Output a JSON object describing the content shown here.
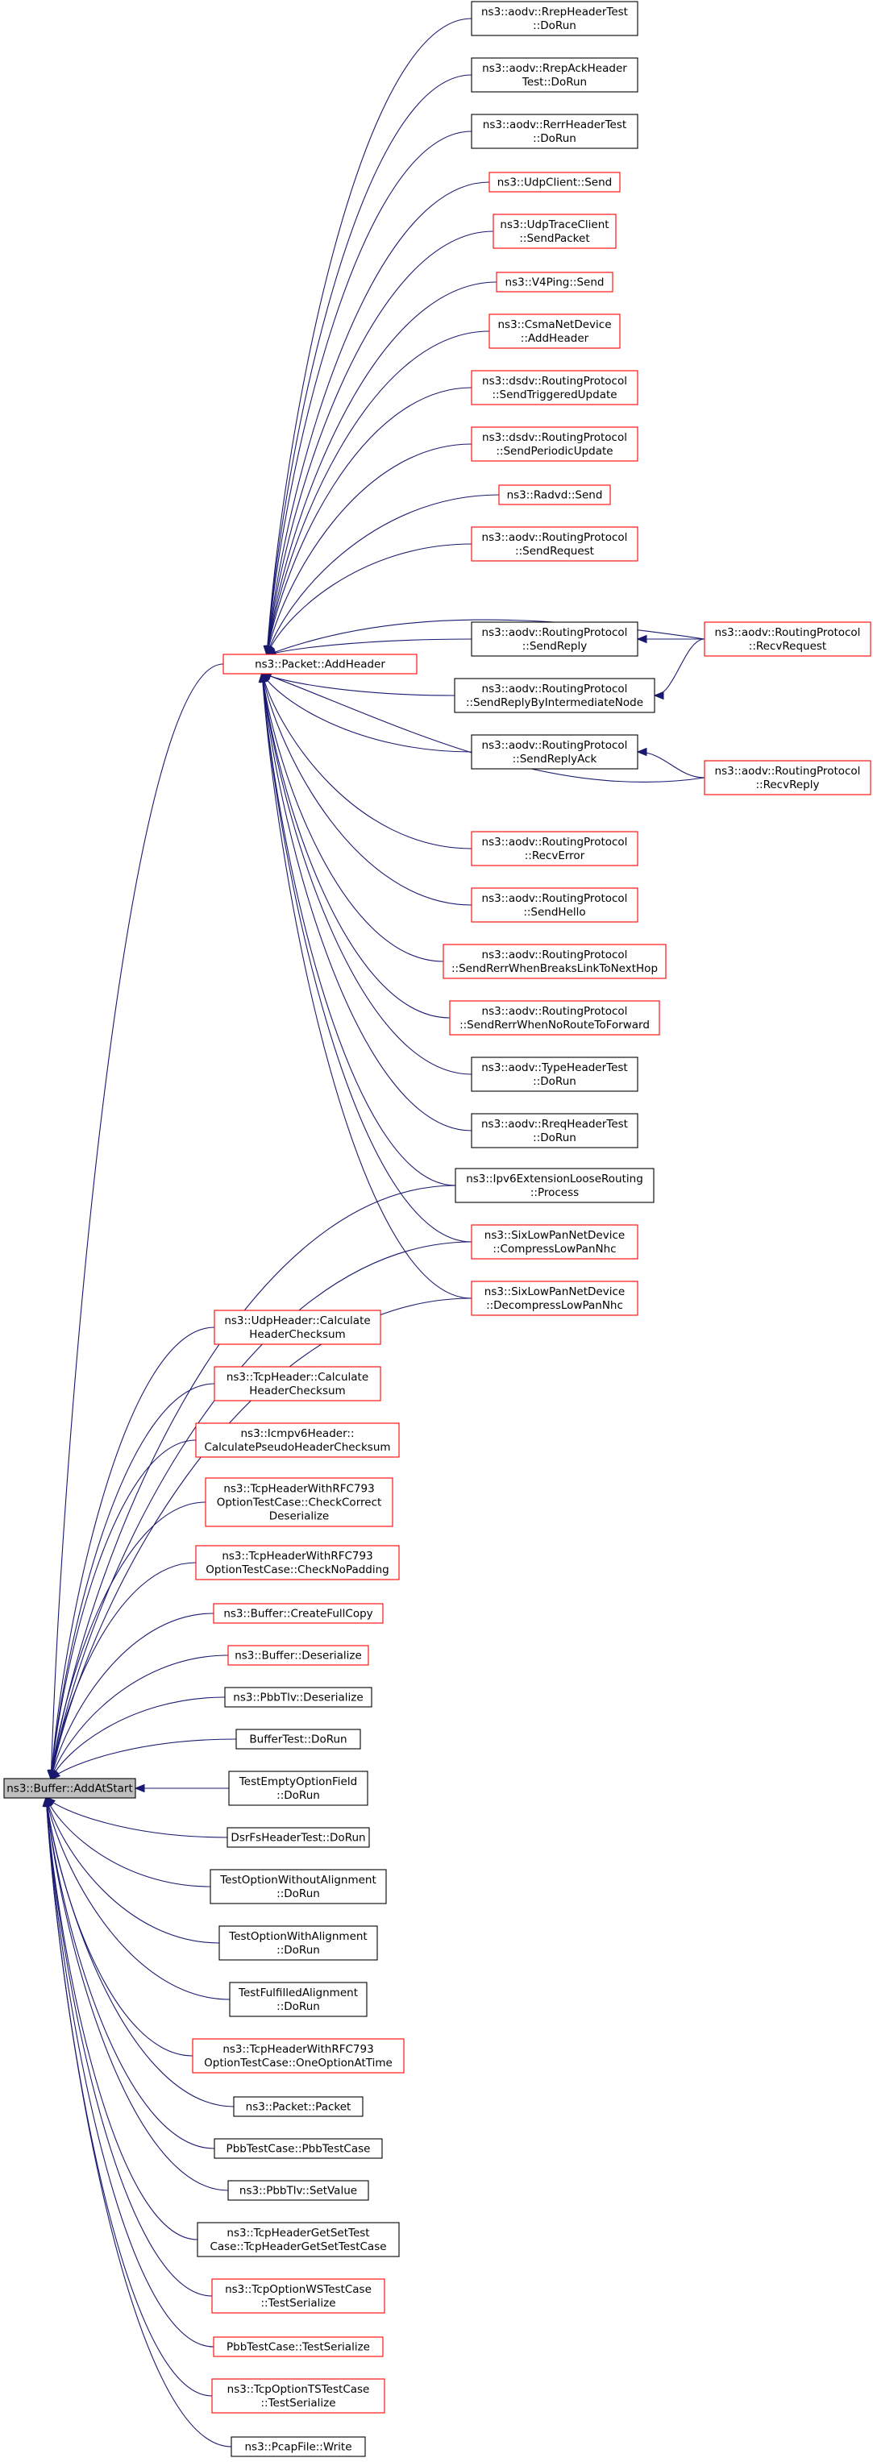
{
  "colors": {
    "edge": "#191970",
    "border_documented": "#000000",
    "border_undocumented": "#ff0000",
    "root_fill": "#bfbfbf",
    "node_fill": "#ffffff"
  },
  "nodes": [
    {
      "id": "root",
      "lines": [
        "ns3::Buffer::AddAtStart"
      ],
      "style": "root"
    },
    {
      "id": "addheader",
      "lines": [
        "ns3::Packet::AddHeader"
      ],
      "style": "red"
    },
    {
      "id": "rrep",
      "lines": [
        "ns3::aodv::RrepHeaderTest",
        "::DoRun"
      ],
      "style": "black"
    },
    {
      "id": "rrepack",
      "lines": [
        "ns3::aodv::RrepAckHeader",
        "Test::DoRun"
      ],
      "style": "black"
    },
    {
      "id": "rerr",
      "lines": [
        "ns3::aodv::RerrHeaderTest",
        "::DoRun"
      ],
      "style": "black"
    },
    {
      "id": "udpclient",
      "lines": [
        "ns3::UdpClient::Send"
      ],
      "style": "red"
    },
    {
      "id": "udptrace",
      "lines": [
        "ns3::UdpTraceClient",
        "::SendPacket"
      ],
      "style": "red"
    },
    {
      "id": "v4ping",
      "lines": [
        "ns3::V4Ping::Send"
      ],
      "style": "red"
    },
    {
      "id": "csma",
      "lines": [
        "ns3::CsmaNetDevice",
        "::AddHeader"
      ],
      "style": "red"
    },
    {
      "id": "dsdvtrig",
      "lines": [
        "ns3::dsdv::RoutingProtocol",
        "::SendTriggeredUpdate"
      ],
      "style": "red"
    },
    {
      "id": "dsdvper",
      "lines": [
        "ns3::dsdv::RoutingProtocol",
        "::SendPeriodicUpdate"
      ],
      "style": "red"
    },
    {
      "id": "radvd",
      "lines": [
        "ns3::Radvd::Send"
      ],
      "style": "red"
    },
    {
      "id": "sendreq",
      "lines": [
        "ns3::aodv::RoutingProtocol",
        "::SendRequest"
      ],
      "style": "red"
    },
    {
      "id": "sendreply",
      "lines": [
        "ns3::aodv::RoutingProtocol",
        "::SendReply"
      ],
      "style": "black"
    },
    {
      "id": "recvreq",
      "lines": [
        "ns3::aodv::RoutingProtocol",
        "::RecvRequest"
      ],
      "style": "red"
    },
    {
      "id": "sendreplyint",
      "lines": [
        "ns3::aodv::RoutingProtocol",
        "::SendReplyByIntermediateNode"
      ],
      "style": "black"
    },
    {
      "id": "sendreplyack",
      "lines": [
        "ns3::aodv::RoutingProtocol",
        "::SendReplyAck"
      ],
      "style": "black"
    },
    {
      "id": "recvreply",
      "lines": [
        "ns3::aodv::RoutingProtocol",
        "::RecvReply"
      ],
      "style": "red"
    },
    {
      "id": "recverror",
      "lines": [
        "ns3::aodv::RoutingProtocol",
        "::RecvError"
      ],
      "style": "red"
    },
    {
      "id": "sendhello",
      "lines": [
        "ns3::aodv::RoutingProtocol",
        "::SendHello"
      ],
      "style": "red"
    },
    {
      "id": "rerrbreaks",
      "lines": [
        "ns3::aodv::RoutingProtocol",
        "::SendRerrWhenBreaksLinkToNextHop"
      ],
      "style": "red"
    },
    {
      "id": "rerrnoroute",
      "lines": [
        "ns3::aodv::RoutingProtocol",
        "::SendRerrWhenNoRouteToForward"
      ],
      "style": "red"
    },
    {
      "id": "typeheader",
      "lines": [
        "ns3::aodv::TypeHeaderTest",
        "::DoRun"
      ],
      "style": "black"
    },
    {
      "id": "rreqheader",
      "lines": [
        "ns3::aodv::RreqHeaderTest",
        "::DoRun"
      ],
      "style": "black"
    },
    {
      "id": "ipv6loose",
      "lines": [
        "ns3::Ipv6ExtensionLooseRouting",
        "::Process"
      ],
      "style": "black"
    },
    {
      "id": "compress",
      "lines": [
        "ns3::SixLowPanNetDevice",
        "::CompressLowPanNhc"
      ],
      "style": "red"
    },
    {
      "id": "decompress",
      "lines": [
        "ns3::SixLowPanNetDevice",
        "::DecompressLowPanNhc"
      ],
      "style": "red"
    },
    {
      "id": "udpcheck",
      "lines": [
        "ns3::UdpHeader::Calculate",
        "HeaderChecksum"
      ],
      "style": "red"
    },
    {
      "id": "tcpcheck",
      "lines": [
        "ns3::TcpHeader::Calculate",
        "HeaderChecksum"
      ],
      "style": "red"
    },
    {
      "id": "icmpv6",
      "lines": [
        "ns3::Icmpv6Header::",
        "CalculatePseudoHeaderChecksum"
      ],
      "style": "red"
    },
    {
      "id": "tcpcorrect",
      "lines": [
        "ns3::TcpHeaderWithRFC793",
        "OptionTestCase::CheckCorrect",
        "Deserialize"
      ],
      "style": "red"
    },
    {
      "id": "tcpnopad",
      "lines": [
        "ns3::TcpHeaderWithRFC793",
        "OptionTestCase::CheckNoPadding"
      ],
      "style": "red"
    },
    {
      "id": "fullcopy",
      "lines": [
        "ns3::Buffer::CreateFullCopy"
      ],
      "style": "red"
    },
    {
      "id": "bufdeser",
      "lines": [
        "ns3::Buffer::Deserialize"
      ],
      "style": "red"
    },
    {
      "id": "pbbtlvdeser",
      "lines": [
        "ns3::PbbTlv::Deserialize"
      ],
      "style": "black"
    },
    {
      "id": "buffertest",
      "lines": [
        "BufferTest::DoRun"
      ],
      "style": "black"
    },
    {
      "id": "emptyopt",
      "lines": [
        "TestEmptyOptionField",
        "::DoRun"
      ],
      "style": "black"
    },
    {
      "id": "dsrfs",
      "lines": [
        "DsrFsHeaderTest::DoRun"
      ],
      "style": "black"
    },
    {
      "id": "optwithout",
      "lines": [
        "TestOptionWithoutAlignment",
        "::DoRun"
      ],
      "style": "black"
    },
    {
      "id": "optwith",
      "lines": [
        "TestOptionWithAlignment",
        "::DoRun"
      ],
      "style": "black"
    },
    {
      "id": "fulfilled",
      "lines": [
        "TestFulfilledAlignment",
        "::DoRun"
      ],
      "style": "black"
    },
    {
      "id": "tcponeopt",
      "lines": [
        "ns3::TcpHeaderWithRFC793",
        "OptionTestCase::OneOptionAtTime"
      ],
      "style": "red"
    },
    {
      "id": "packetctor",
      "lines": [
        "ns3::Packet::Packet"
      ],
      "style": "black"
    },
    {
      "id": "pbbtestcase",
      "lines": [
        "PbbTestCase::PbbTestCase"
      ],
      "style": "black"
    },
    {
      "id": "pbbsetvalue",
      "lines": [
        "ns3::PbbTlv::SetValue"
      ],
      "style": "black"
    },
    {
      "id": "tcpgetset",
      "lines": [
        "ns3::TcpHeaderGetSetTest",
        "Case::TcpHeaderGetSetTestCase"
      ],
      "style": "black"
    },
    {
      "id": "tcpws",
      "lines": [
        "ns3::TcpOptionWSTestCase",
        "::TestSerialize"
      ],
      "style": "red"
    },
    {
      "id": "pbbser",
      "lines": [
        "PbbTestCase::TestSerialize"
      ],
      "style": "red"
    },
    {
      "id": "tcpts",
      "lines": [
        "ns3::TcpOptionTSTestCase",
        "::TestSerialize"
      ],
      "style": "red"
    },
    {
      "id": "pcapwrite",
      "lines": [
        "ns3::PcapFile::Write"
      ],
      "style": "black"
    }
  ]
}
